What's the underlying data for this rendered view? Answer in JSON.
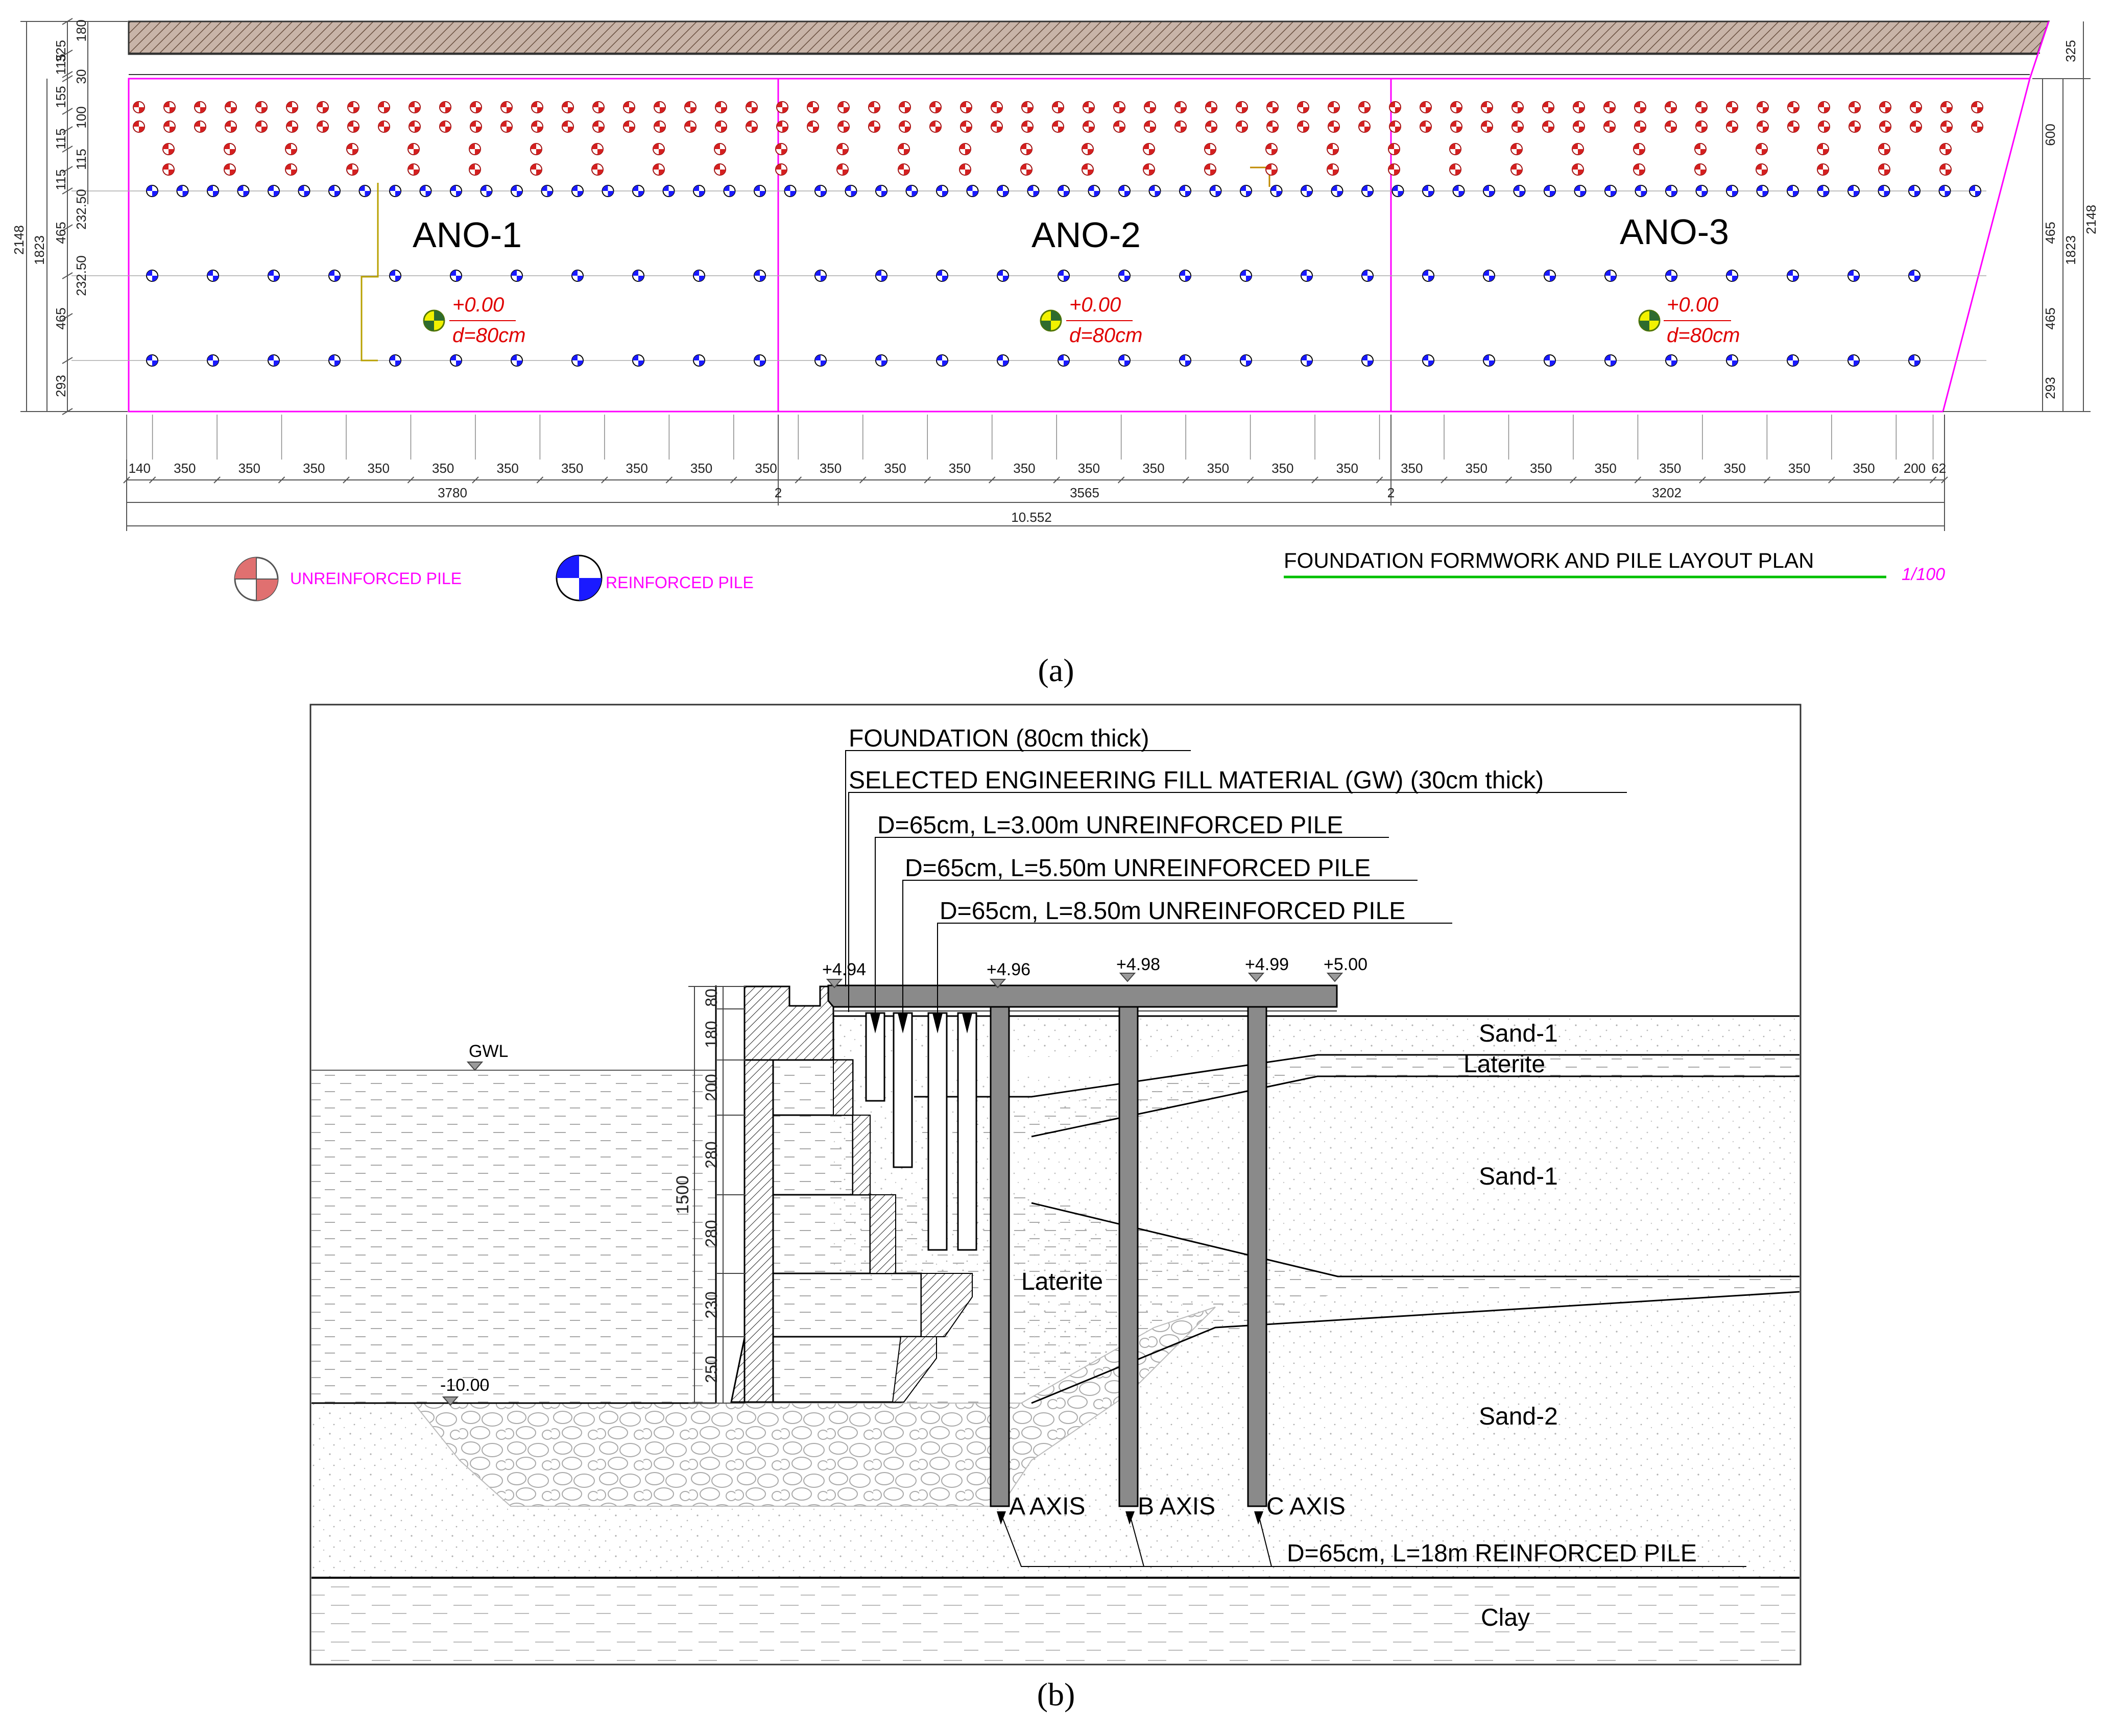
{
  "plan": {
    "zones": [
      {
        "name": "ANO-1",
        "level": "+0.00",
        "thickness": "d=80cm"
      },
      {
        "name": "ANO-2",
        "level": "+0.00",
        "thickness": "d=80cm"
      },
      {
        "name": "ANO-3",
        "level": "+0.00",
        "thickness": "d=80cm"
      }
    ],
    "left_dims_outer": [
      "2148",
      "1823"
    ],
    "left_dims_inner": [
      "325",
      "115",
      "180",
      "30",
      "155",
      "100",
      "115",
      "115",
      "115",
      "232.50",
      "465",
      "232.50",
      "465",
      "293"
    ],
    "right_dims_outer": [
      "2148",
      "1823"
    ],
    "right_dims_inner": [
      "325",
      "600",
      "465",
      "465",
      "293"
    ],
    "bottom_spacing": [
      "140",
      "350",
      "350",
      "350",
      "350",
      "350",
      "350",
      "350",
      "350",
      "350",
      "350",
      "350",
      "350",
      "350",
      "350",
      "350",
      "350",
      "350",
      "350",
      "350",
      "350",
      "350",
      "350",
      "350",
      "350",
      "350",
      "350",
      "350",
      "200",
      "62"
    ],
    "bottom_segments": [
      "3780",
      "2",
      "3565",
      "2",
      "3202"
    ],
    "bottom_total": "10.552",
    "legend": {
      "unreinforced": "UNREINFORCED PILE",
      "reinforced": "REINFORCED PILE"
    },
    "title": "FOUNDATION FORMWORK AND PILE LAYOUT PLAN",
    "scale": "1/100"
  },
  "section": {
    "callouts": [
      "FOUNDATION (80cm thick)",
      "SELECTED ENGINEERING FILL MATERIAL (GW) (30cm thick)",
      "D=65cm, L=3.00m UNREINFORCED PILE",
      "D=65cm, L=5.50m UNREINFORCED PILE",
      "D=65cm, L=8.50m UNREINFORCED PILE"
    ],
    "levels": [
      "+4.94",
      "+4.96",
      "+4.98",
      "+4.99",
      "+5.00"
    ],
    "gwl": "GWL",
    "bottom_level": "-10.00",
    "wall_dims": [
      "80",
      "180",
      "200",
      "280",
      "280",
      "230",
      "250"
    ],
    "wall_total": "1500",
    "soils": {
      "sand1_top": "Sand-1",
      "laterite_top": "Laterite",
      "sand1_mid": "Sand-1",
      "laterite_mid": "Laterite",
      "sand2": "Sand-2",
      "clay": "Clay"
    },
    "axes": [
      "A AXIS",
      "B AXIS",
      "C AXIS"
    ],
    "reinforced_note": "D=65cm, L=18m REINFORCED PILE"
  },
  "captions": {
    "a": "(a)",
    "b": "(b)"
  },
  "colors": {
    "accent_magenta": "#ff00ff",
    "pile_red": "#d42020",
    "pile_blue": "#1a1aff",
    "title_underline": "#00c000",
    "pile_gray": "#8a8a8a"
  }
}
